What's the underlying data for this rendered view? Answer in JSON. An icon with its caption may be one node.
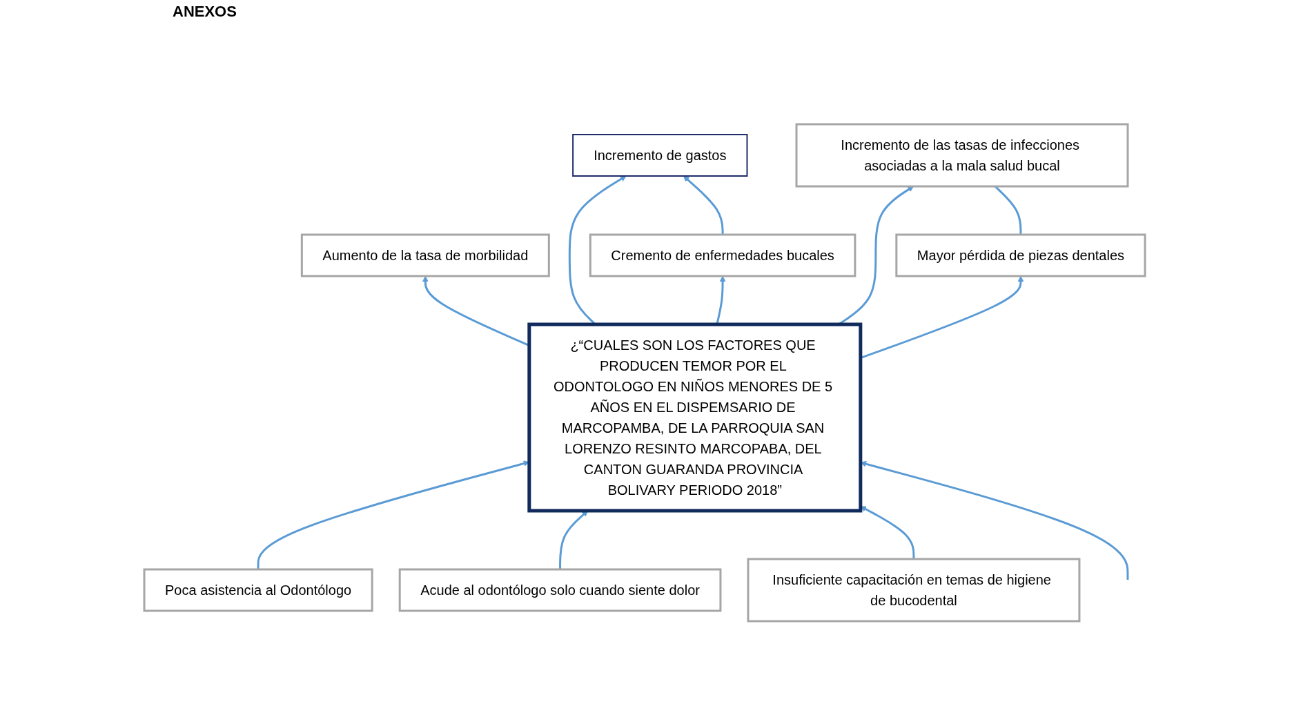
{
  "diagram": {
    "title": "ANEXOS",
    "nodes": [
      {
        "text": [
          "Aumento de la tasa de morbilidad"
        ]
      },
      {
        "text": [
          "Cremento de enfermedades bucales"
        ]
      },
      {
        "text": [
          "Incremento de gastos"
        ]
      },
      {
        "text": [
          "Mayor pérdida de piezas dentales"
        ]
      },
      {
        "text": [
          "Incremento de las tasas de infecciones asociadas a la mala salud bucal"
        ]
      },
      {
        "text": [
          "¿“CUALES SON LOS FACTORES QUE PRODUCEN TEMOR POR EL ODONTOLOGO EN NIÑOS MENORES DE 5 AÑOS EN EL DISPEMSARIO DE MARCOPAMBA, DE LA PARROQUIA SAN LORENZO RESINTO MARCOPABA, DEL CANTON GUARANDA PROVINCIA BOLIVARY PERIODO 2018”"
        ]
      },
      {
        "text": [
          "Poca asistencia al Odontólogo"
        ]
      },
      {
        "text": [
          "Acude al odontólogo solo cuando siente dolor"
        ]
      },
      {
        "text": [
          "Insuficiente capacitación en temas de higiene de bucodental"
        ]
      }
    ],
    "edges": [
      {
        "from": 5,
        "to": 1,
        "arrow": "to"
      },
      {
        "from": 5,
        "to": 2,
        "arrow": "to"
      },
      {
        "from": 5,
        "to": 0,
        "arrow": "to"
      },
      {
        "from": 5,
        "to": 3,
        "arrow": "to"
      },
      {
        "from": 5,
        "to": 4,
        "arrow": "to"
      },
      {
        "from": 1,
        "to": 2,
        "arrow": "to"
      },
      {
        "from": 3,
        "to": 4,
        "arrow": "none"
      },
      {
        "from": 6,
        "to": 5,
        "arrow": "to"
      },
      {
        "from": 7,
        "to": 5,
        "arrow": "to"
      },
      {
        "from": 8,
        "to": 5,
        "arrow": "to"
      },
      {
        "from": null,
        "to": 5,
        "arrow": "to"
      }
    ]
  }
}
